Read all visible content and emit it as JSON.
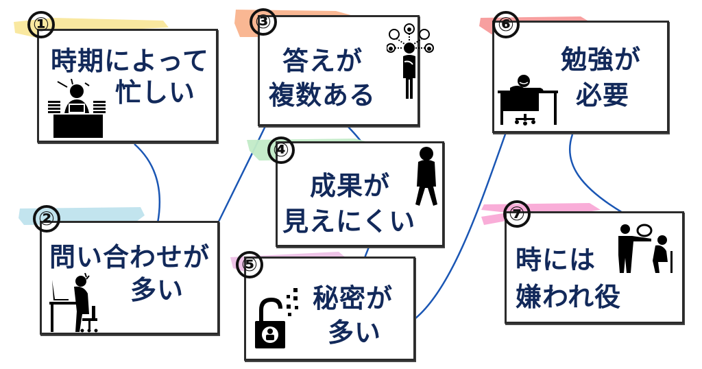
{
  "colors": {
    "text": "#12295a",
    "border": "#2b2b2b",
    "connector": "#1a56b4",
    "highlight_1": "#f9e79b",
    "highlight_2": "#bfe3ee",
    "highlight_3": "#f9b48e",
    "highlight_4": "#c2ecc8",
    "highlight_5": "#eec0e6",
    "highlight_6": "#f79a9a",
    "highlight_7": "#f9a9d6"
  },
  "cards": [
    {
      "number": "①",
      "line1": "時期によって",
      "line2": "忙しい",
      "icon": "busy-at-desk-icon"
    },
    {
      "number": "②",
      "line1": "問い合わせが",
      "line2": "多い",
      "icon": "stressed-at-desk-icon"
    },
    {
      "number": "③",
      "line1": "答えが",
      "line2": "複数ある",
      "icon": "thinking-person-options-icon"
    },
    {
      "number": "④",
      "line1": "成果が",
      "line2": "見えにくい",
      "icon": "dejected-person-icon"
    },
    {
      "number": "⑤",
      "line1": "秘密が",
      "line2": "多い",
      "icon": "unlocked-padlock-icon"
    },
    {
      "number": "⑥",
      "line1": "勉強が",
      "line2": "必要",
      "icon": "sleeping-at-desk-icon"
    },
    {
      "number": "⑦",
      "line1": "時には",
      "line2": "嫌われ役",
      "icon": "scolding-person-icon"
    }
  ]
}
